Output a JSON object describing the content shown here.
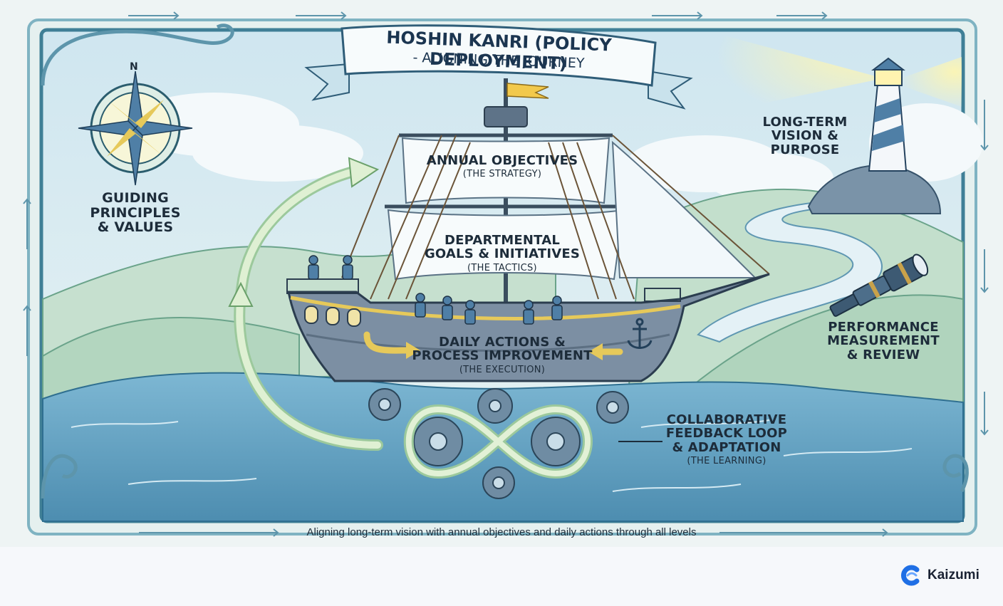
{
  "banner": {
    "title": "HOSHIN KANRI (POLICY DEPLOYMENT)",
    "subtitle": "- ALIGNING THE JOURNEY"
  },
  "compass": {
    "north": "N"
  },
  "labels": {
    "guiding": "GUIDING\nPRINCIPLES\n& VALUES",
    "annual": "ANNUAL OBJECTIVES",
    "annual_sub": "(THE STRATEGY)",
    "departmental": "DEPARTMENTAL\nGOALS & INITIATIVES",
    "departmental_sub": "(THE TACTICS)",
    "daily": "DAILY ACTIONS &\nPROCESS IMPROVEMENT",
    "daily_sub": "(THE EXECUTION)",
    "vision": "LONG-TERM\nVISION &\nPURPOSE",
    "performance": "PERFORMANCE\nMEASUREMENT\n& REVIEW",
    "feedback": "COLLABORATIVE\nFEEDBACK LOOP\n& ADAPTATION",
    "feedback_sub": "(THE LEARNING)"
  },
  "caption": "Aligning long-term vision with annual objectives and daily actions through all levels",
  "brand": {
    "name": "Kaizumi"
  },
  "colors": {
    "frame": "#3f7f96",
    "sea": "#5f9fbf",
    "hill": "#b9dbc5",
    "sky": "#dcedf4",
    "arrow_green": "#c8e3b0",
    "brand_blue": "#1f6fe5"
  }
}
